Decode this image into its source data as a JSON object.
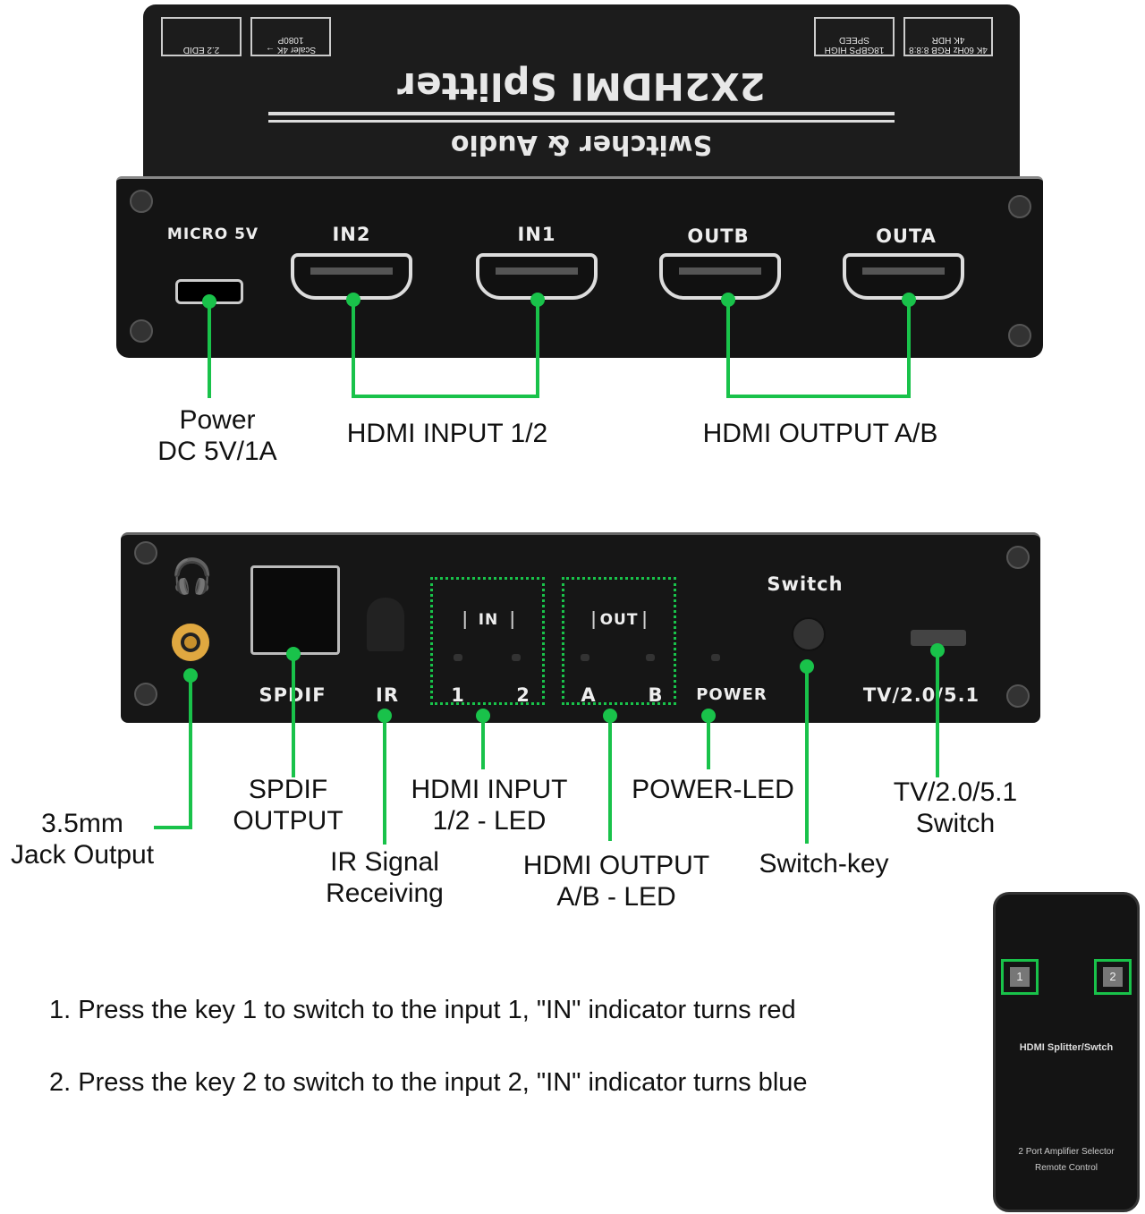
{
  "top_device": {
    "title": "2X2HDMI Splitter",
    "subtitle": "Switcher & Audio",
    "badges": [
      "2.2 EDID",
      "Scaler 4K → 1080P",
      "18GBPS HIGH SPEED",
      "4K 60Hz RGB 8:8:8 4K HDR"
    ],
    "ports": {
      "micro": "MICRO 5V",
      "in2": "IN2",
      "in1": "IN1",
      "outb": "OUTB",
      "outa": "OUTA"
    }
  },
  "top_callouts": {
    "power_line1": "Power",
    "power_line2": "DC 5V/1A",
    "input": "HDMI INPUT 1/2",
    "output": "HDMI OUTPUT A/B"
  },
  "bottom_device": {
    "spdif": "SPDIF",
    "ir": "IR",
    "in_box": "IN",
    "out_box": "OUT",
    "led1": "1",
    "led2": "2",
    "ledA": "A",
    "ledB": "B",
    "power": "POWER",
    "switch": "Switch",
    "mode": "TV/2.0/5.1"
  },
  "bottom_callouts": {
    "spdif_1": "SPDIF",
    "spdif_2": "OUTPUT",
    "jack_1": "3.5mm",
    "jack_2": "Jack Output",
    "ir_1": "IR Signal",
    "ir_2": "Receiving",
    "in_led_1": "HDMI INPUT",
    "in_led_2": "1/2 - LED",
    "out_led_1": "HDMI OUTPUT",
    "out_led_2": "A/B - LED",
    "power_led": "POWER-LED",
    "switch_key": "Switch-key",
    "mode_1": "TV/2.0/5.1",
    "mode_2": "Switch"
  },
  "instructions": [
    "1. Press the key 1 to switch to the input 1, \"IN\" indicator turns red",
    "2. Press the key 2 to switch to the input 2, \"IN\" indicator turns blue"
  ],
  "remote": {
    "key1": "1",
    "key2": "2",
    "title": "HDMI Splitter/Swtch",
    "line1": "2 Port Amplifier Selector",
    "line2": "Remote Control"
  },
  "colors": {
    "callout_green": "#19c24a",
    "device": "#1a1a1a"
  }
}
